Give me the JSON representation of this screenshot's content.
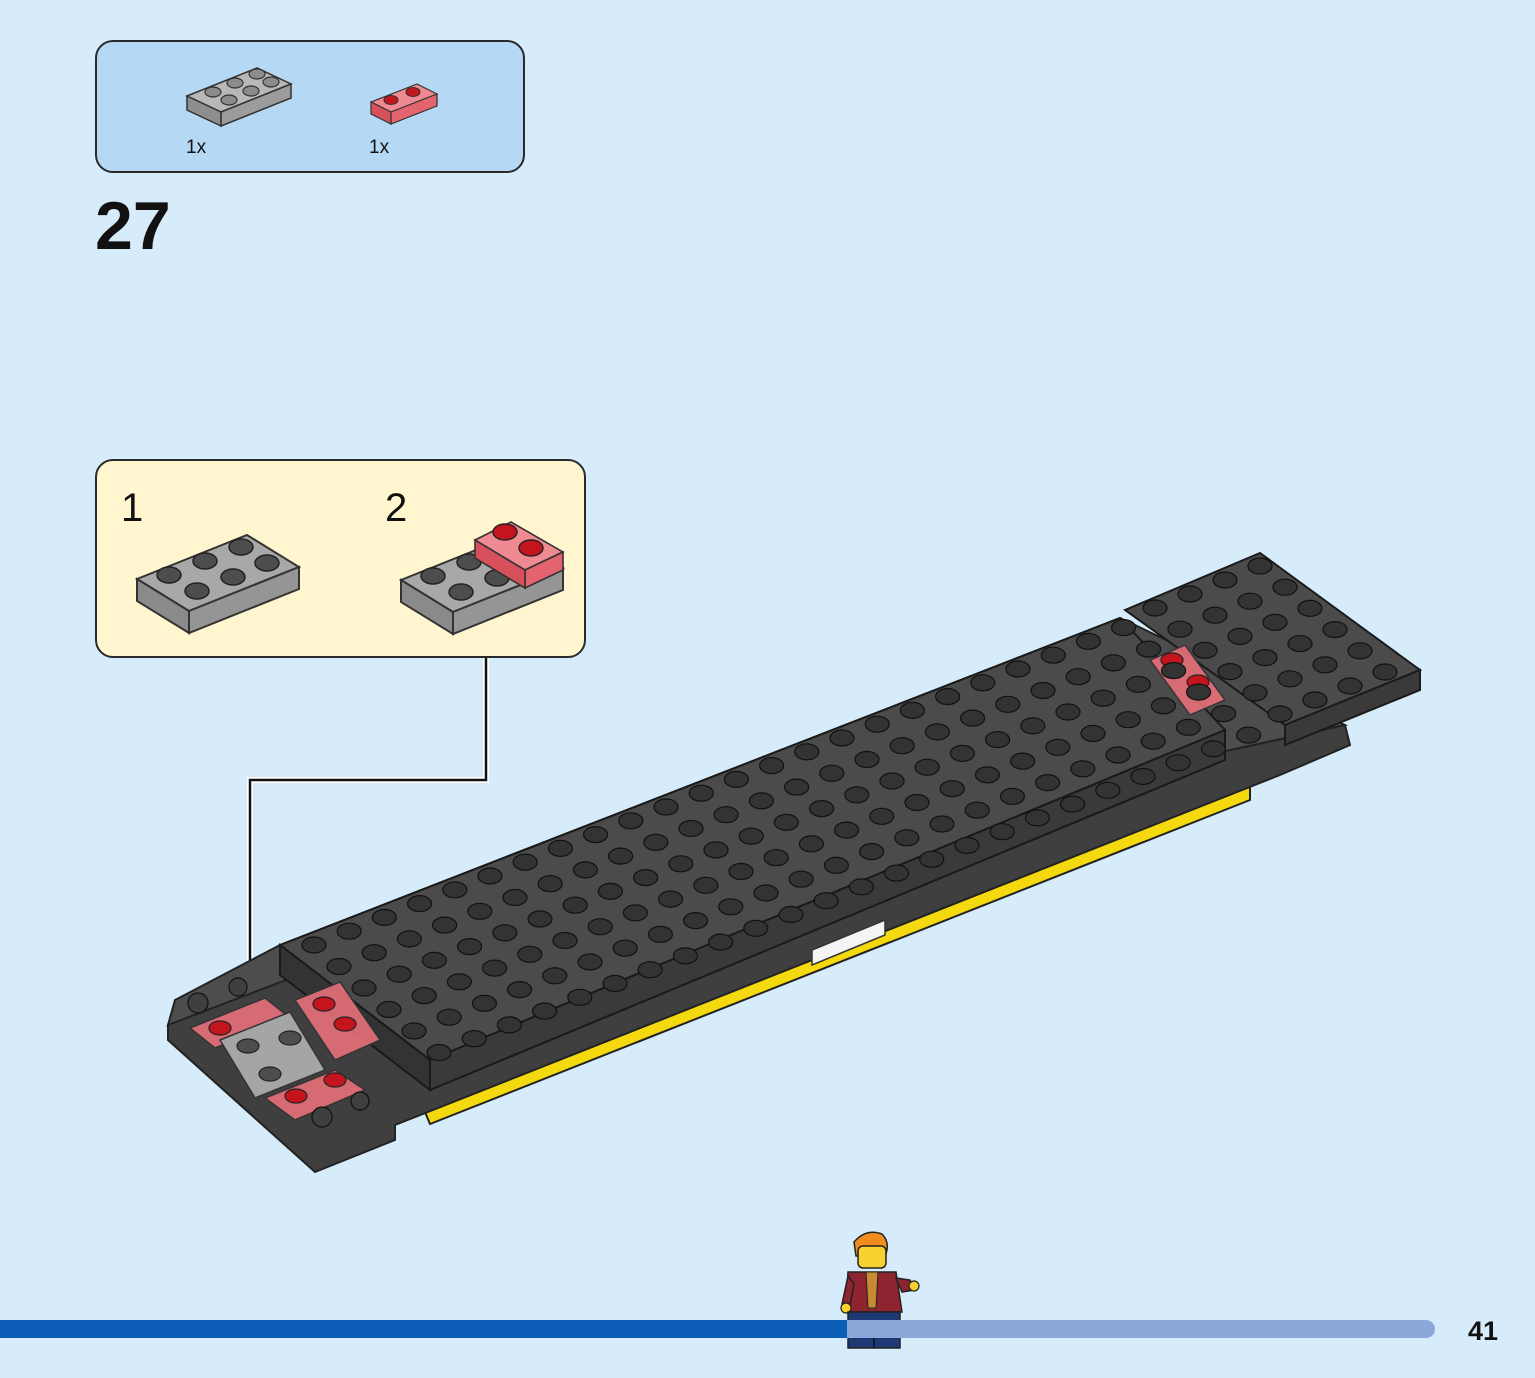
{
  "parts_list": {
    "items": [
      {
        "qty": "1x",
        "color": "#a5a5a5",
        "icon": "gray-plate-2x3-icon"
      },
      {
        "qty": "1x",
        "color": "#e8707a",
        "icon": "trans-red-plate-1x2-icon"
      }
    ]
  },
  "step": {
    "number": "27"
  },
  "callout": {
    "substeps": [
      {
        "label": "1",
        "icon": "gray-plate-2x3-icon"
      },
      {
        "label": "2",
        "icon": "gray-plate-with-red-plate-icon"
      }
    ]
  },
  "footer": {
    "page_number": "41",
    "progress": 0.59,
    "progress_color": "#0b5db5",
    "track_color": "#8aa9da"
  },
  "colors": {
    "background": "#d7ecfb",
    "dark_plate": "#4b4b4b",
    "light_gray": "#a5a5a5",
    "trans_red": "#e8707a",
    "yellow": "#f5d90f"
  }
}
